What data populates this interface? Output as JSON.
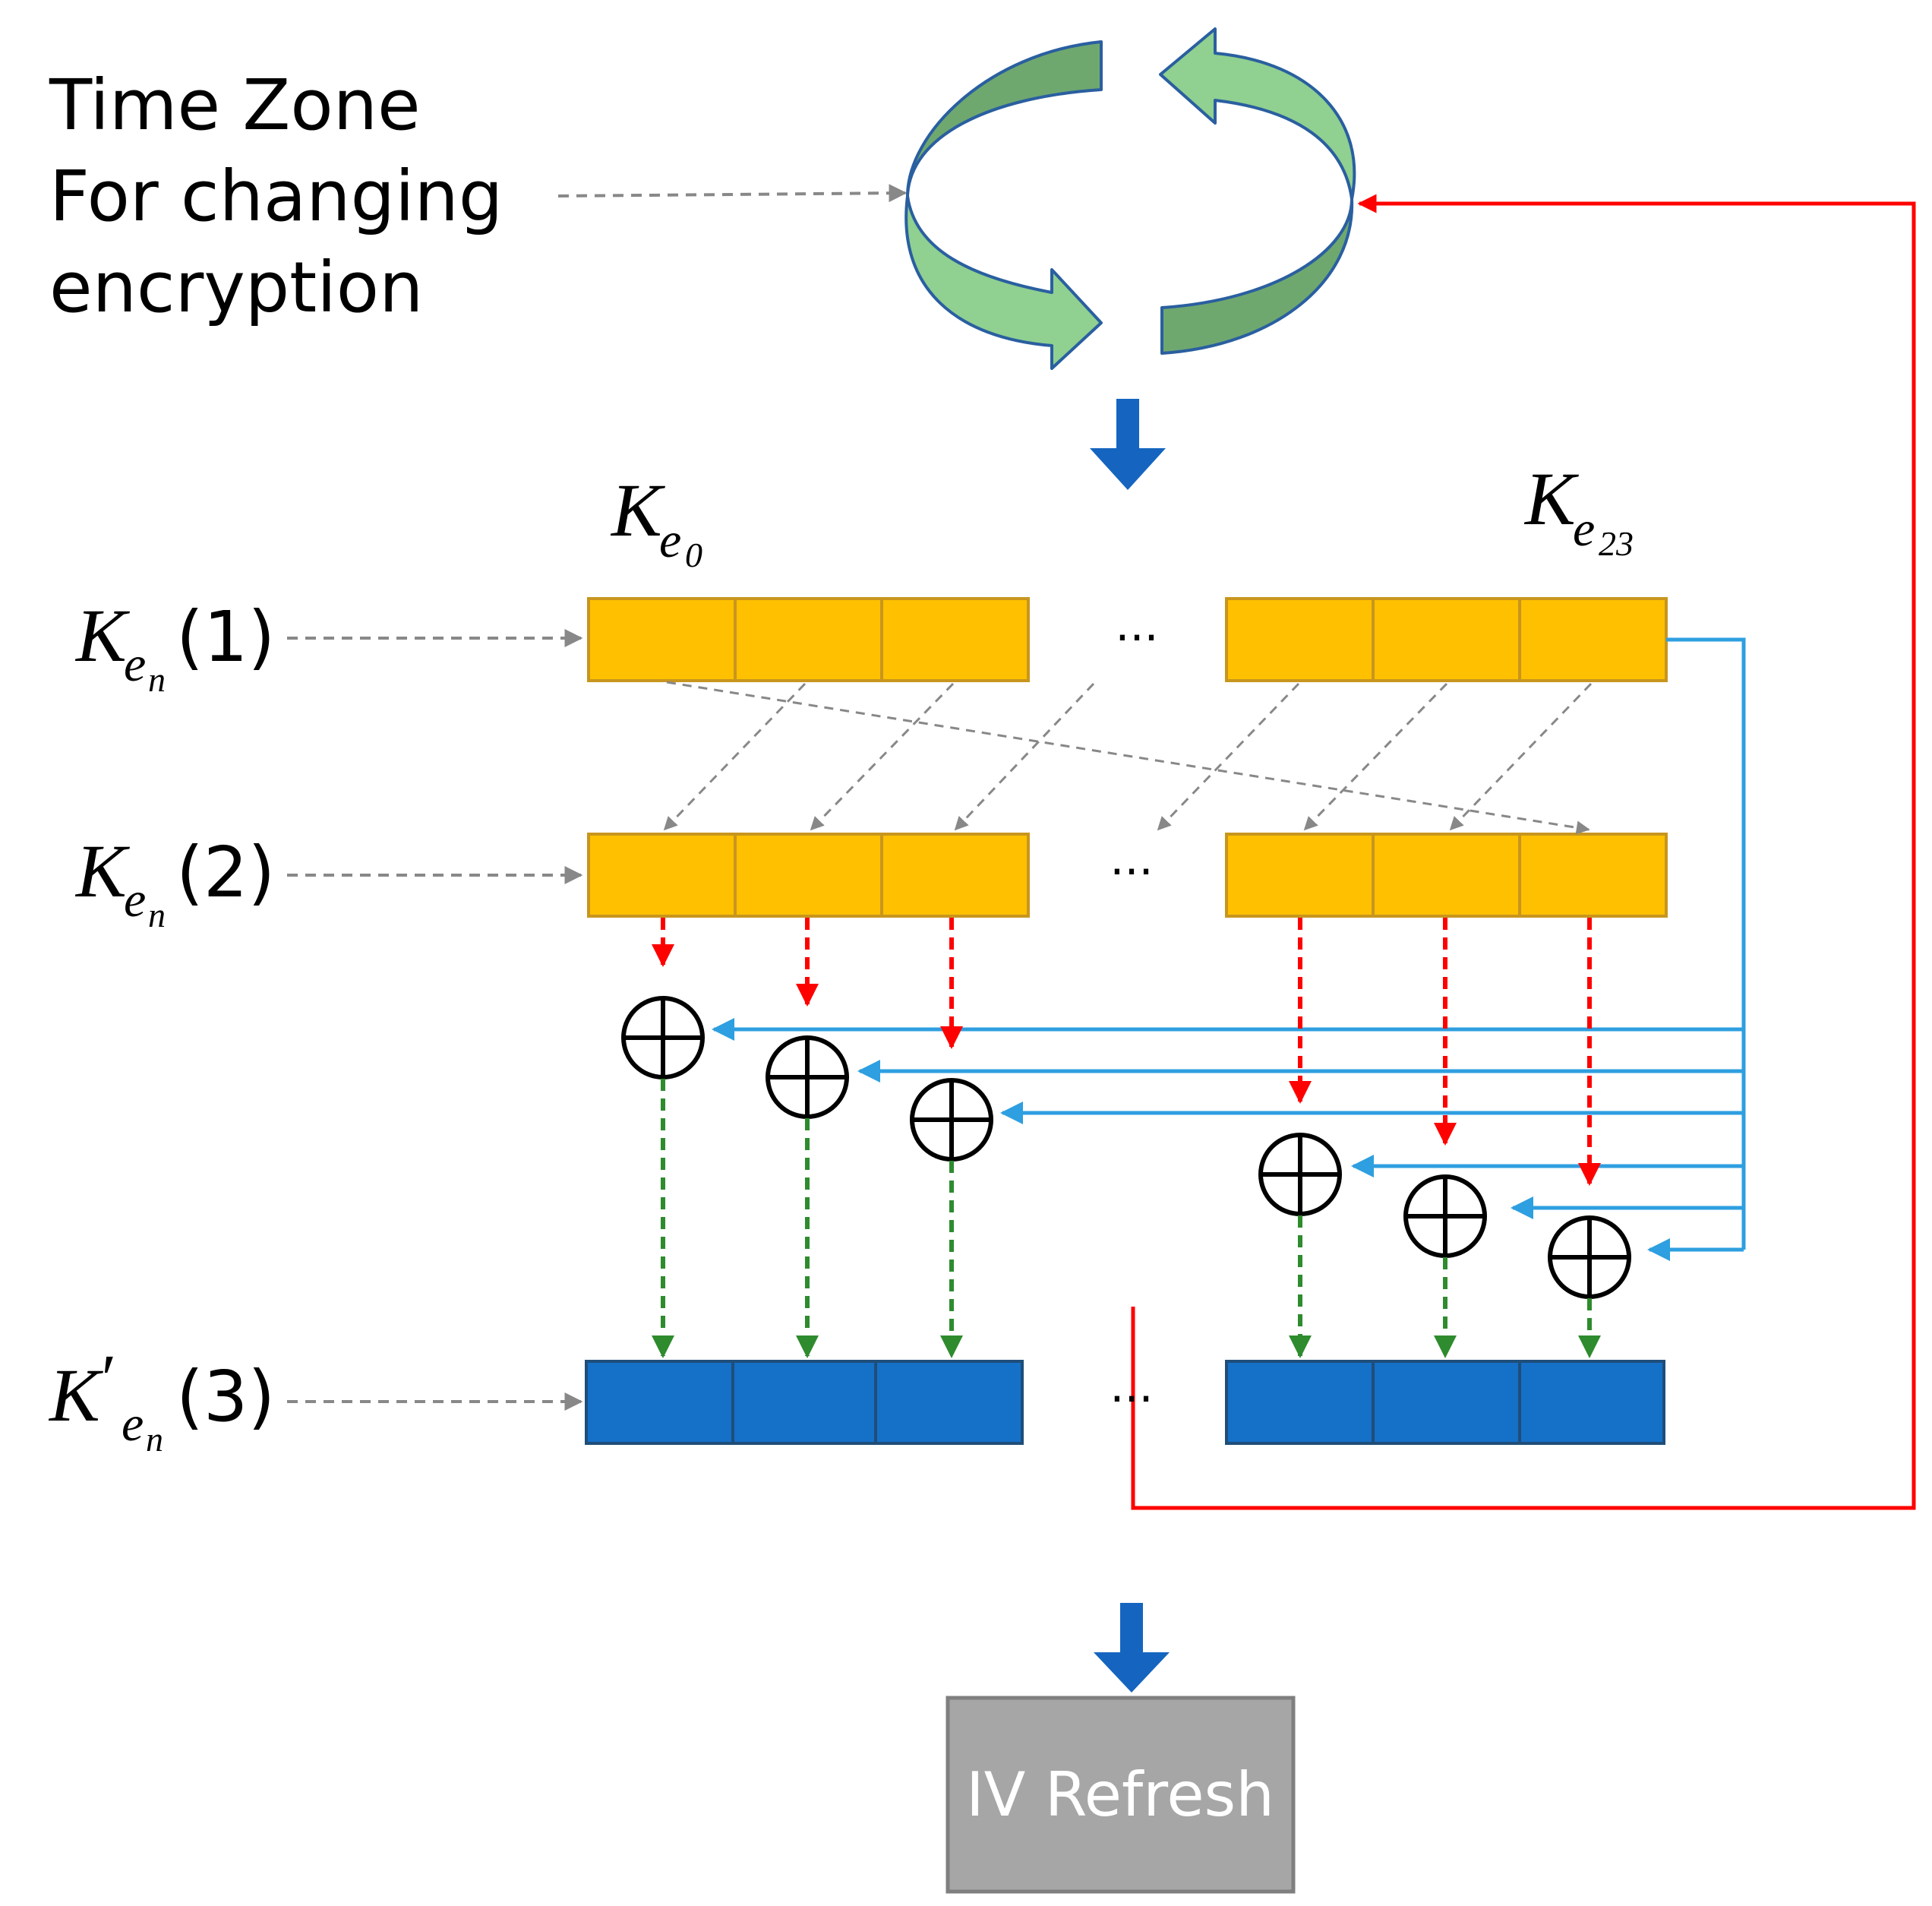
{
  "time_zone_label": {
    "line1": "Time Zone",
    "line2": "For changing",
    "line3": "encryption"
  },
  "key_labels": {
    "first_key_base": "K",
    "first_key_sub": "e",
    "first_key_subsub": "0",
    "last_key_base": "K",
    "last_key_sub": "e",
    "last_key_subsub": "23"
  },
  "row_labels": [
    {
      "base": "K",
      "prime": "",
      "sub": "e",
      "subsub": "n",
      "index": "(1)"
    },
    {
      "base": "K",
      "prime": "",
      "sub": "e",
      "subsub": "n",
      "index": "(2)"
    },
    {
      "base": "K",
      "prime": "′",
      "sub": "e",
      "subsub": "n",
      "index": "(3)"
    }
  ],
  "ellipsis": "···",
  "xor_symbol": "⊕",
  "iv_refresh_label": "IV Refresh",
  "colors": {
    "key_block_fill": "#FFC000",
    "key_block_stroke": "#C8961E",
    "output_block_fill": "#1570C8",
    "output_block_stroke": "#1F4E79",
    "blue_line": "#2E9FE0",
    "red_line": "#FF0000",
    "green_dash": "#2E8B2E",
    "gray_dash": "#888888",
    "cycle_arrow_dark": "#6FA86F",
    "cycle_arrow_light": "#90D090",
    "cycle_arrow_stroke": "#2A5FA0",
    "flow_arrow": "#1565C0",
    "iv_box_fill": "#A6A6A6",
    "iv_box_stroke": "#7F7F7F"
  }
}
